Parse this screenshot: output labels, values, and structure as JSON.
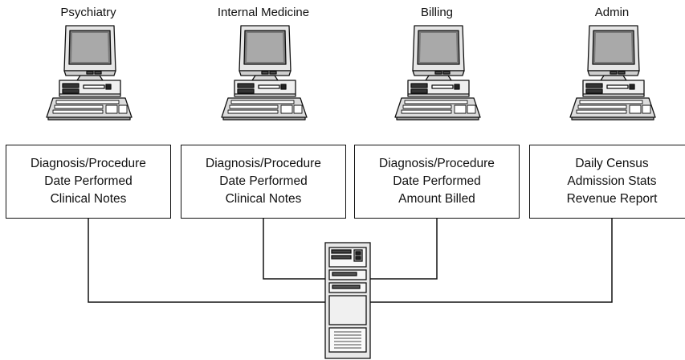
{
  "stations": [
    {
      "label": "Psychiatry",
      "lines": [
        "Diagnosis/Procedure",
        "Date Performed",
        "Clinical Notes"
      ]
    },
    {
      "label": "Internal Medicine",
      "lines": [
        "Diagnosis/Procedure",
        "Date Performed",
        "Clinical Notes"
      ]
    },
    {
      "label": "Billing",
      "lines": [
        "Diagnosis/Procedure",
        "Date Performed",
        "Amount Billed"
      ]
    },
    {
      "label": "Admin",
      "lines": [
        "Daily Census",
        "Admission Stats",
        "Revenue Report"
      ]
    }
  ],
  "icons": {
    "workstation": "desktop-computer-icon",
    "server": "tower-server-icon"
  }
}
